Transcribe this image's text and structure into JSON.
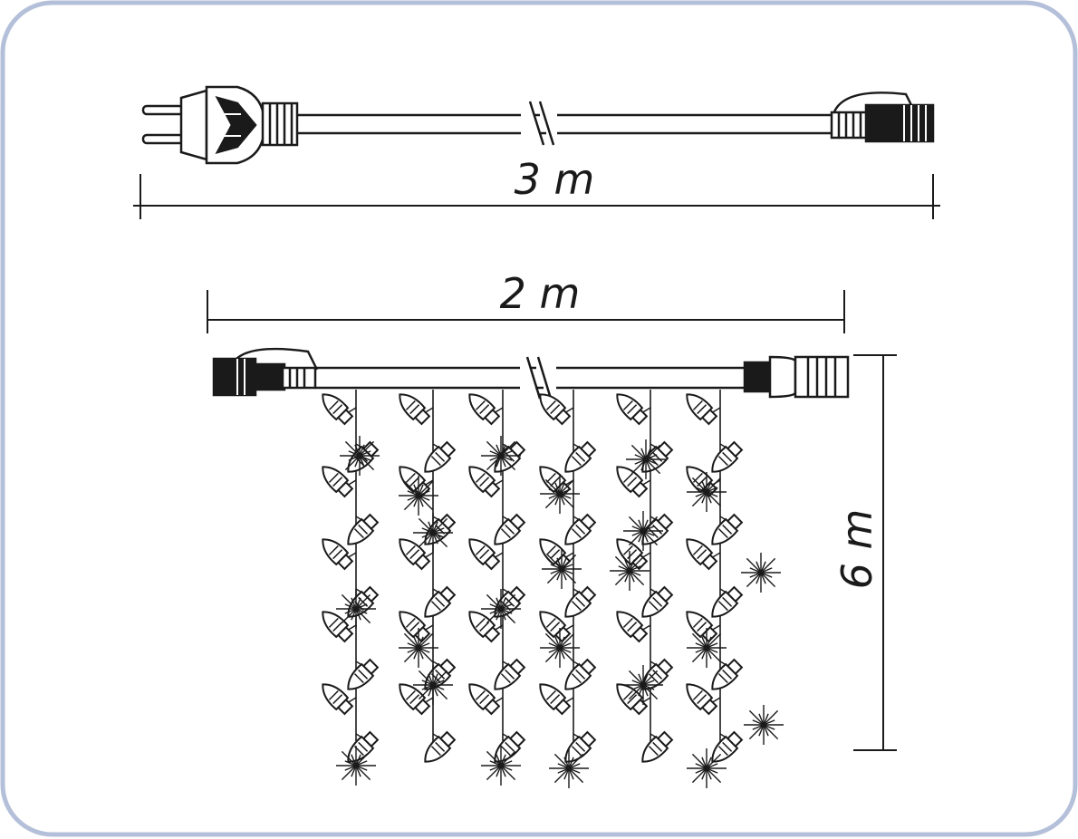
{
  "frame": {
    "border_color": "#b4bfd9"
  },
  "colors": {
    "line": "#1a1a1a",
    "fill": "#ffffff",
    "plug": "#1a1a1a"
  },
  "supply_cable": {
    "length_label": "3 m",
    "icons": [
      "plug-icon",
      "connector-icon",
      "break-mark-icon"
    ]
  },
  "curtain": {
    "width_label": "2 m",
    "height_label": "6 m",
    "strand_count": 6,
    "icons": [
      "connector-icon",
      "break-mark-icon",
      "led-bulb-icon",
      "sparkle-icon"
    ]
  }
}
